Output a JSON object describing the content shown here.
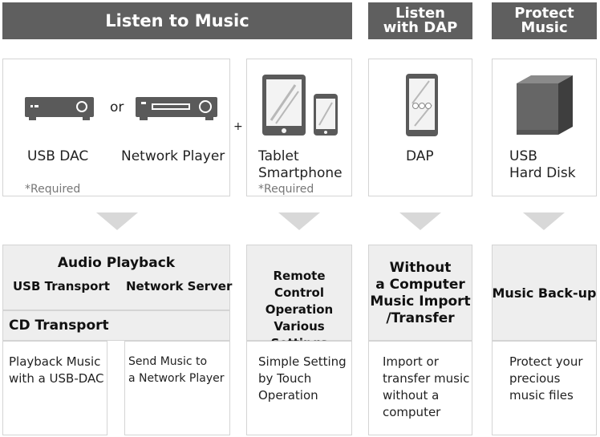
{
  "headers": {
    "listen": "Listen to Music",
    "dap_line1": "Listen",
    "dap_line2": "with DAP",
    "protect_line1": "Protect",
    "protect_line2": "Music"
  },
  "devices": {
    "or": "or",
    "plus": "+",
    "usb_dac": "USB DAC",
    "network_player": "Network Player",
    "required_1": "*Required",
    "tablet": "Tablet",
    "smartphone": "Smartphone",
    "required_2": "*Required",
    "dap": "DAP",
    "usb_line1": "USB",
    "usb_line2": "Hard Disk"
  },
  "functions": {
    "audio_playback": "Audio Playback",
    "usb_transport": "USB Transport",
    "network_server": "Network Server",
    "cd_transport": "CD Transport",
    "remote_1": "Remote Control",
    "remote_2": "Operation",
    "remote_3": "Various Settings",
    "without_1": "Without",
    "without_2": "a Computer",
    "without_3": "Music Import",
    "without_4": "/Transfer",
    "backup": "Music Back-up"
  },
  "descriptions": {
    "usb_1": "Playback Music",
    "usb_2": "with a USB-DAC",
    "net_1": "Send Music to",
    "net_2": "a Network Player",
    "remote_1": "Simple Setting",
    "remote_2": "by Touch",
    "remote_3": "Operation",
    "import_1": "Import or",
    "import_2": "transfer music",
    "import_3": "without a",
    "import_4": "computer",
    "protect_1": "Protect your",
    "protect_2": "precious",
    "protect_3": "music files"
  },
  "colors": {
    "header": "#5f5f5f",
    "box": "#eeeeee",
    "arrow": "#d8d8d8"
  }
}
